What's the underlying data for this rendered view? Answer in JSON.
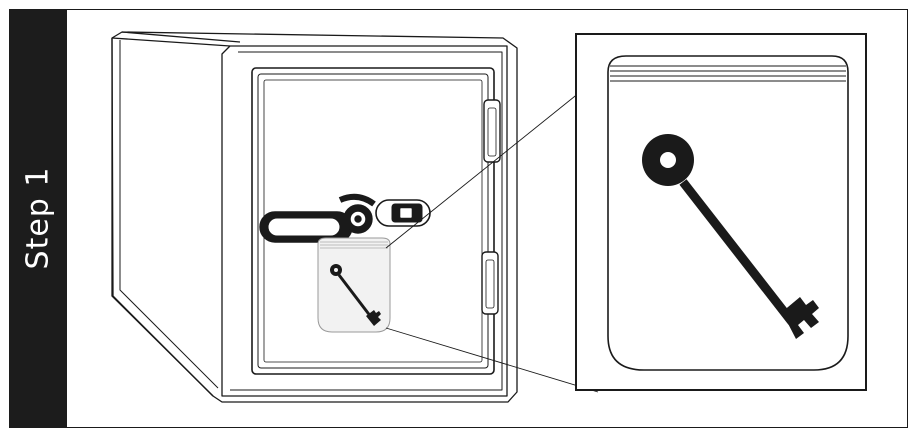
{
  "step": {
    "label": "Step 1"
  },
  "colors": {
    "ink": "#1a1a1a",
    "band": "#1c1c1c",
    "pouch_fill": "#f1f1f1",
    "background": "#ffffff"
  },
  "icons": [
    "safe-illustration",
    "key-icon",
    "key-pouch",
    "keypad",
    "magnified-pouch"
  ]
}
